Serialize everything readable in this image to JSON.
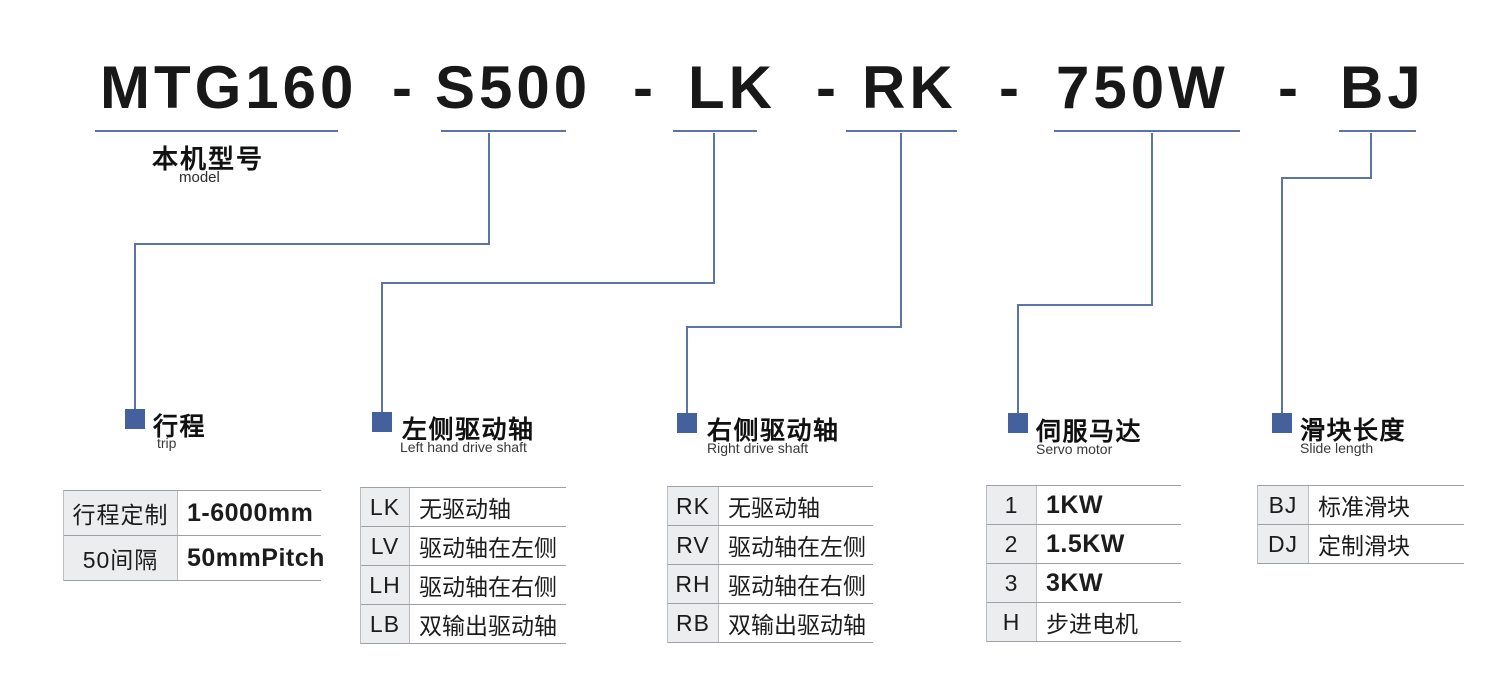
{
  "title": {
    "separator": "-",
    "segments": [
      "MTG160",
      "S500",
      "LK",
      "RK",
      "750W",
      "BJ"
    ]
  },
  "model_label": {
    "zh": "本机型号",
    "en": "model"
  },
  "sections": [
    {
      "id": "trip",
      "title_zh": "行程",
      "title_en": "trip",
      "rows": [
        {
          "code": "行程定制",
          "desc": "1-6000mm"
        },
        {
          "code": "50间隔",
          "desc": "50mmPitch"
        }
      ]
    },
    {
      "id": "left-drive-shaft",
      "title_zh": "左侧驱动轴",
      "title_en": "Left hand drive shaft",
      "rows": [
        {
          "code": "LK",
          "desc": "无驱动轴"
        },
        {
          "code": "LV",
          "desc": "驱动轴在左侧"
        },
        {
          "code": "LH",
          "desc": "驱动轴在右侧"
        },
        {
          "code": "LB",
          "desc": "双输出驱动轴"
        }
      ]
    },
    {
      "id": "right-drive-shaft",
      "title_zh": "右侧驱动轴",
      "title_en": "Right drive shaft",
      "rows": [
        {
          "code": "RK",
          "desc": "无驱动轴"
        },
        {
          "code": "RV",
          "desc": "驱动轴在左侧"
        },
        {
          "code": "RH",
          "desc": "驱动轴在右侧"
        },
        {
          "code": "RB",
          "desc": "双输出驱动轴"
        }
      ]
    },
    {
      "id": "servo-motor",
      "title_zh": "伺服马达",
      "title_en": "Servo motor",
      "rows": [
        {
          "code": "1",
          "desc": "1KW"
        },
        {
          "code": "2",
          "desc": "1.5KW"
        },
        {
          "code": "3",
          "desc": "3KW"
        },
        {
          "code": "H",
          "desc": "步进电机"
        }
      ]
    },
    {
      "id": "slide-length",
      "title_zh": "滑块长度",
      "title_en": "Slide length",
      "rows": [
        {
          "code": "BJ",
          "desc": "标准滑块"
        },
        {
          "code": "DJ",
          "desc": "定制滑块"
        }
      ]
    }
  ],
  "colors": {
    "accent_blue": "#44619d",
    "connector_blue": "#5b74a7",
    "table_border_gray": "#9da1a7",
    "label_column_bg": "#ecedef",
    "text_black": "#181818"
  }
}
